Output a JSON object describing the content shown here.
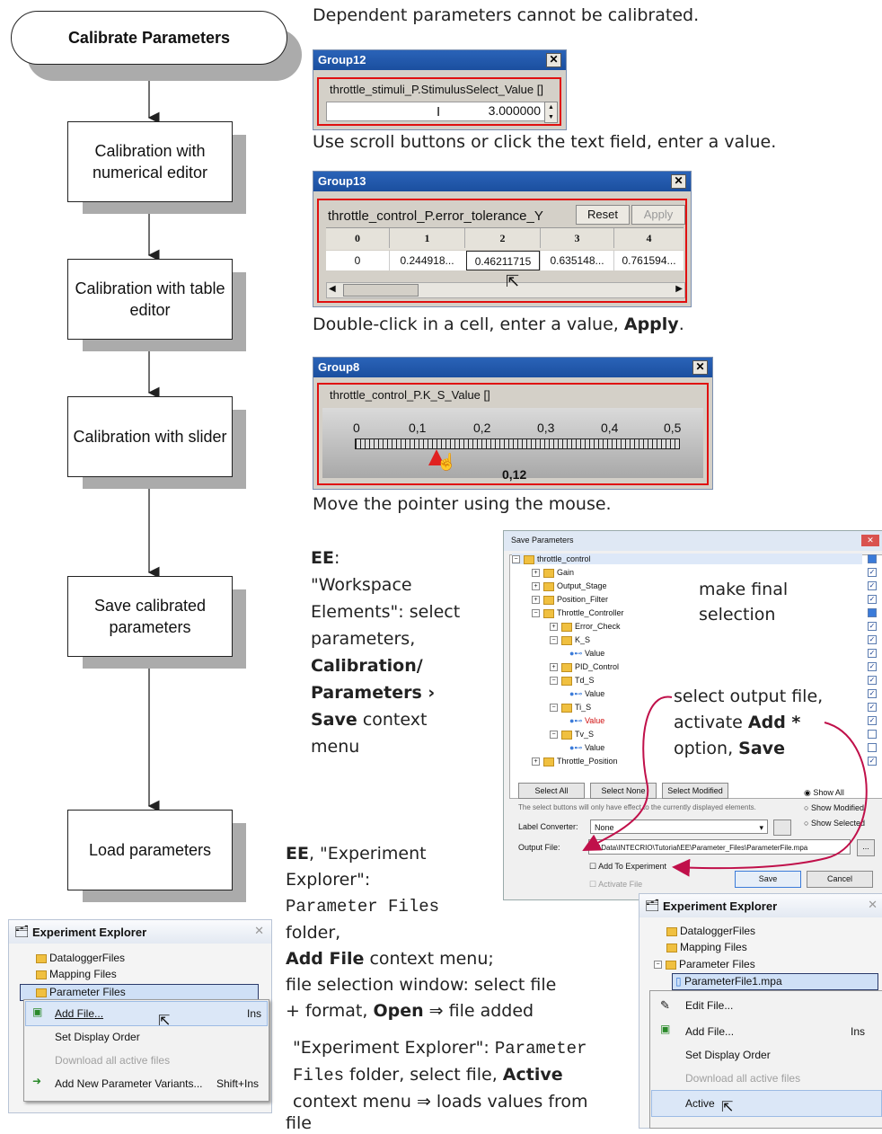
{
  "flow": {
    "start": "Calibrate Parameters",
    "steps": [
      "Calibration with numerical editor",
      "Calibration with table editor",
      "Calibration with slider",
      "Save calibrated parameters",
      "Load parameters"
    ]
  },
  "captions": {
    "dependent": "Dependent parameters cannot be calibrated.",
    "scroll": "Use scroll buttons or click the text field, enter a value.",
    "double_pre": "Double-click in a cell, enter a value, ",
    "double_bold": "Apply",
    "double_post": ".",
    "move": "Move the pointer using the mouse."
  },
  "group12": {
    "title": "Group12",
    "param": "throttle_stimuli_P.StimulusSelect_Value []",
    "value": "3.000000"
  },
  "group13": {
    "title": "Group13",
    "param": "throttle_control_P.error_tolerance_Y",
    "reset": "Reset",
    "apply": "Apply",
    "headers": [
      "0",
      "1",
      "2",
      "3",
      "4"
    ],
    "values": [
      "0",
      "0.244918...",
      "0.46211715",
      "0.635148...",
      "0.761594..."
    ]
  },
  "group8": {
    "title": "Group8",
    "param": "throttle_control_P.K_S_Value []",
    "ticks": [
      "0",
      "0,1",
      "0,2",
      "0,3",
      "0,4",
      "0,5"
    ],
    "value": "0,12"
  },
  "save_note": {
    "ee": "EE",
    "colon": ":",
    "line1": "\"Workspace",
    "line2": "Elements\": select",
    "line3": "parameters,",
    "bold1": "Calibration/",
    "bold2": "Parameters ›",
    "bold3": "Save",
    "post": " context",
    "line_last": "menu"
  },
  "save_dialog": {
    "title": "Save Parameters",
    "tree": [
      "throttle_control",
      "Gain",
      "Output_Stage",
      "Position_Filter",
      "Throttle_Controller",
      "Error_Check",
      "K_S",
      "Value",
      "PID_Control",
      "Td_S",
      "Value",
      "Ti_S",
      "Value",
      "Tv_S",
      "Value",
      "Throttle_Position"
    ],
    "select_all": "Select All",
    "select_none": "Select None",
    "select_modified": "Select Modified",
    "show_all": "Show All",
    "show_modified": "Show Modified",
    "show_selected": "Show Selected",
    "info": "The select buttons will only have effect to the currently displayed elements.",
    "label_converter": "Label Converter:",
    "none": "None",
    "output_file": "Output File:",
    "path": "D:\\Data\\INTECRIO\\Tutorial\\EE\\Parameter_Files\\ParameterFile.mpa",
    "add_to_experiment": "Add To Experiment",
    "activate_file": "Activate File",
    "save": "Save",
    "cancel": "Cancel"
  },
  "annotations": {
    "make_final": "make final",
    "selection": "selection",
    "select_output": "select output file,",
    "activate_pre": "activate ",
    "add": "Add",
    "star": " *",
    "option": "option, ",
    "save": "Save"
  },
  "ee_left": {
    "title": "Experiment Explorer",
    "items": [
      "DataloggerFiles",
      "Mapping Files",
      "Parameter Files"
    ],
    "menu": [
      {
        "label": "Add File...",
        "key": "Ins"
      },
      {
        "label": "Set Display Order",
        "key": ""
      },
      {
        "label": "Download all active files",
        "key": ""
      },
      {
        "label": "Add New Parameter Variants...",
        "key": "Shift+Ins"
      }
    ]
  },
  "load_note": {
    "ee": "EE",
    "quote": ", \"Experiment",
    "explorer": "Explorer\":",
    "mono": "Parameter Files",
    "folder": "folder,",
    "add_file": "Add File",
    "ctx": " context menu;",
    "sel1": " file selection window: select file",
    "sel2_pre": "+ format, ",
    "open": "Open",
    "sel2_post": " ⇒ file added",
    "ee2_pre": "\"Experiment Explorer\": ",
    "mono2a": "Parameter",
    "mono2b": "Files",
    "folder2": " folder, select file, ",
    "active": "Active",
    "ctx2": "context menu ⇒ loads values from",
    "file": "file"
  },
  "ee_right": {
    "title": "Experiment Explorer",
    "items": [
      "DataloggerFiles",
      "Mapping Files",
      "Parameter Files",
      "ParameterFile1.mpa"
    ],
    "menu": [
      {
        "label": "Edit File...",
        "key": ""
      },
      {
        "label": "Add File...",
        "key": "Ins"
      },
      {
        "label": "Set Display Order",
        "key": ""
      },
      {
        "label": "Download all active files",
        "key": ""
      },
      {
        "label": "Active",
        "key": ""
      }
    ]
  },
  "colors": {
    "accent_red": "#e01010",
    "arrow": "#c0104a",
    "title_blue": "#1b4f9f"
  }
}
